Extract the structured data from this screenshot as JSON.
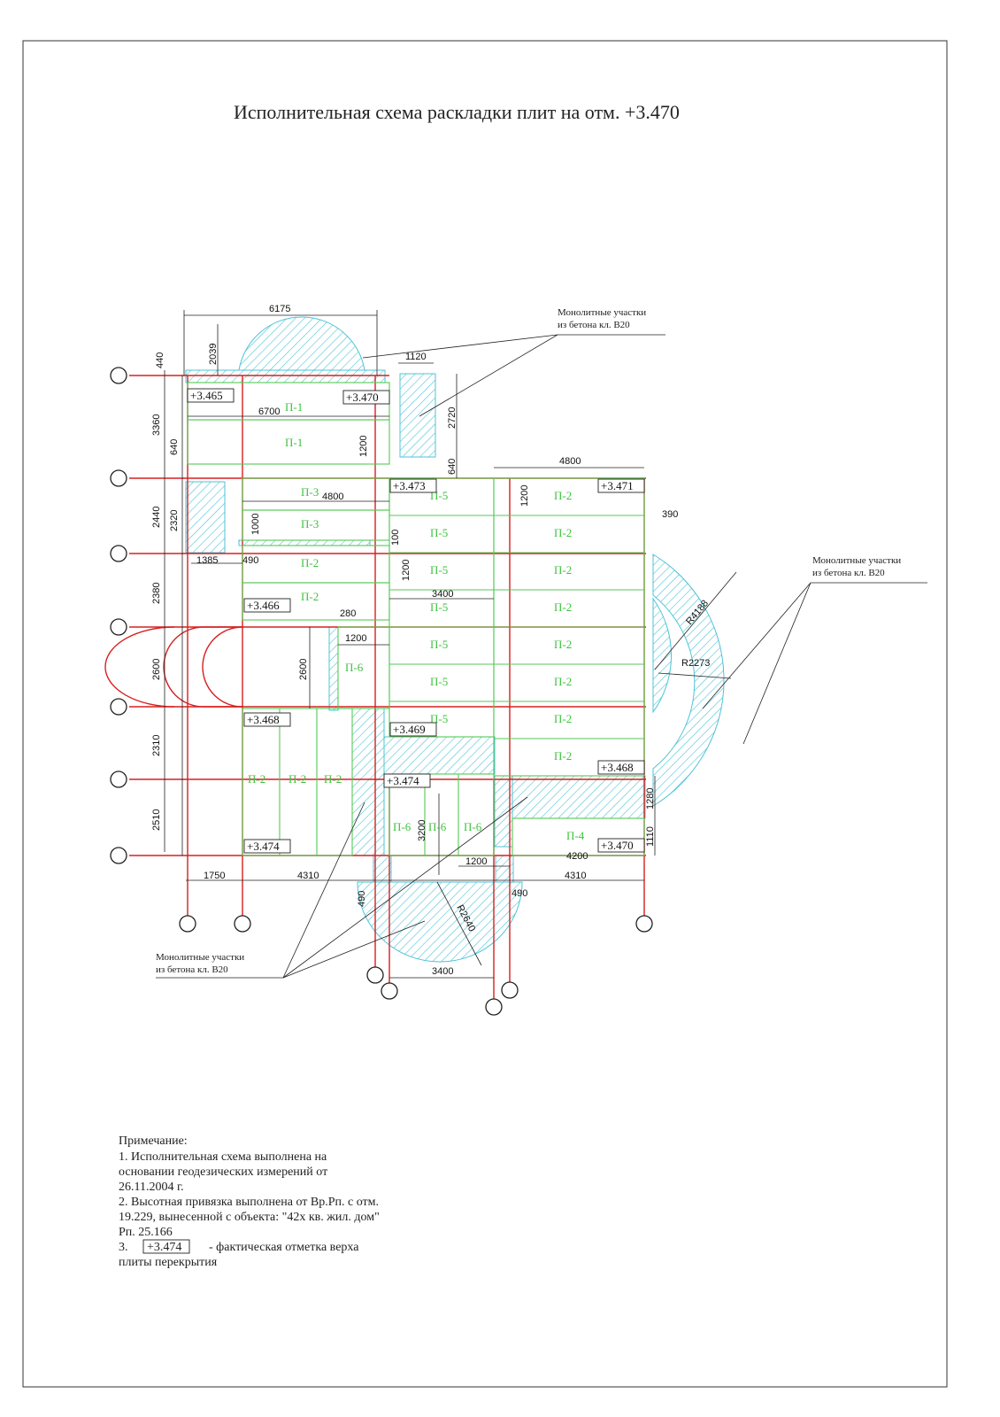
{
  "title": "Исполнительная схема раскладки плит на отм. +3.470",
  "callouts": {
    "top_line1": "Монолитные участки",
    "top_line2": "из бетона кл. В20",
    "right_line1": "Монолитные участки",
    "right_line2": "из бетона кл. В20",
    "bottom_line1": "Монолитные участки",
    "bottom_line2": "из бетона кл. В20"
  },
  "panels": [
    "П-1",
    "П-1",
    "П-3",
    "П-3",
    "П-2",
    "П-2",
    "П-6",
    "П-2",
    "П-2",
    "П-2",
    "П-6",
    "П-6",
    "П-6",
    "П-5",
    "П-5",
    "П-5",
    "П-5",
    "П-5",
    "П-5",
    "П-5",
    "П-2",
    "П-2",
    "П-2",
    "П-2",
    "П-2",
    "П-2",
    "П-2",
    "П-2",
    "П-4"
  ],
  "elevations": [
    "+3.465",
    "+3.470",
    "+3.473",
    "+3.471",
    "+3.466",
    "+3.468",
    "+3.469",
    "+3.474",
    "+3.468",
    "+3.474",
    "+3.470"
  ],
  "dimensions": {
    "top_overall": "6175",
    "top_d2039": "2039",
    "top_d440": "440",
    "d1120": "1120",
    "d2720": "2720",
    "d640b": "640",
    "d6700": "6700",
    "d1200a": "1200",
    "d3360": "3360",
    "d640a": "640",
    "d4800a": "4800",
    "d4800b": "4800",
    "d1200b": "1200",
    "d390": "390",
    "d2440": "2440",
    "d2320": "2320",
    "d1000": "1000",
    "d100": "100",
    "d1385": "1385",
    "d490a": "490",
    "d1200c": "1200",
    "d3400a": "3400",
    "d2380": "2380",
    "d280": "280",
    "d1200d": "1200",
    "d2600a": "2600",
    "d2600b": "2600",
    "d2310": "2310",
    "d2510": "2510",
    "d3200": "3200",
    "d1200e": "1200",
    "d1280": "1280",
    "d1110": "1110",
    "d4200": "4200",
    "d1750": "1750",
    "d4310a": "4310",
    "d4310b": "4310",
    "d490b": "490",
    "d490c": "490",
    "d3400b": "3400",
    "r4188": "R4188",
    "r2273": "R2273",
    "r2640": "R2640"
  },
  "notes": {
    "heading": "Примечание:",
    "line1": "1. Исполнительная схема выполнена на",
    "line2": "основании геодезических измерений от",
    "line3": "26.11.2004 г.",
    "line4": "2. Высотная привязка выполнена от Вр.Рп. с отм.",
    "line5": "19.229, вынесенной с объекта: \"42х кв. жил. дом\"",
    "line6": "Рп. 25.166",
    "line7_num": "3.",
    "line7_mark": "+3.474",
    "line7_text": "- фактическая отметка верха",
    "line8": "плиты перекрытия"
  },
  "colors": {
    "grid": "#d62020",
    "panel": "#55c855",
    "hatch": "#4fc3d7"
  }
}
